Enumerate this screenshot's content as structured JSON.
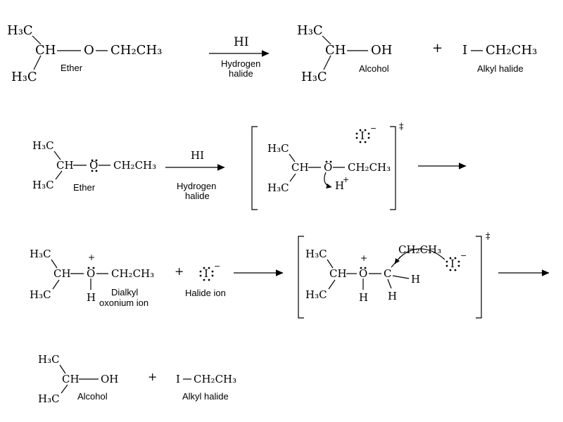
{
  "colors": {
    "ink": "#000000",
    "background": "#ffffff"
  },
  "overall": {
    "ether": {
      "methyl_top": "H₃C",
      "ch": "CH",
      "o": "O",
      "ethyl": "CH₂CH₃",
      "methyl_bottom": "H₃C",
      "label": "Ether"
    },
    "conditions": {
      "reagent": "HI",
      "name_line1": "Hydrogen",
      "name_line2": "halide"
    },
    "alcohol": {
      "methyl_top": "H₃C",
      "ch": "CH",
      "oh": "OH",
      "methyl_bottom": "H₃C",
      "label": "Alcohol"
    },
    "plus": "+",
    "alkyl_halide": {
      "halogen": "I",
      "ethyl": "CH₂CH₃",
      "label": "Alkyl halide"
    }
  },
  "step1": {
    "ether": {
      "methyl_top": "H₃C",
      "ch": "CH",
      "o": "O",
      "ethyl": "CH₂CH₃",
      "methyl_bottom": "H₃C",
      "label": "Ether"
    },
    "conditions": {
      "reagent": "HI",
      "name_line1": "Hydrogen",
      "name_line2": "halide"
    },
    "transition_state": {
      "methyl_top": "H₃C",
      "ch": "CH",
      "o": "O",
      "ethyl": "CH₂CH₃",
      "methyl_bottom": "H₃C",
      "proton": "H",
      "proton_charge": "+",
      "iodide_symbol": "I",
      "iodide_charge": "−",
      "double_dagger": "‡"
    }
  },
  "step2": {
    "oxonium": {
      "methyl_top": "H₃C",
      "ch": "CH",
      "o": "O",
      "o_charge": "+",
      "o_hydrogen": "H",
      "ethyl": "CH₂CH₃",
      "methyl_bottom": "H₃C",
      "label_line1": "Dialkyl",
      "label_line2": "oxonium ion"
    },
    "plus": "+",
    "halide": {
      "symbol": "I",
      "charge": "−",
      "label": "Halide ion"
    },
    "transition_state": {
      "methyl_top": "H₃C",
      "ch": "CH",
      "o": "O",
      "o_charge": "+",
      "o_hydrogen": "H",
      "carbon": "C",
      "ethyl": "CH₂CH₃",
      "h_front": "H",
      "h_back": "H",
      "methyl_bottom": "H₃C",
      "iodide_symbol": "I",
      "iodide_charge": "−",
      "double_dagger": "‡"
    }
  },
  "products": {
    "alcohol": {
      "methyl_top": "H₃C",
      "ch": "CH",
      "oh": "OH",
      "methyl_bottom": "H₃C",
      "label": "Alcohol"
    },
    "plus": "+",
    "alkyl_halide": {
      "halogen": "I",
      "ethyl": "CH₂CH₃",
      "label": "Alkyl halide"
    }
  }
}
